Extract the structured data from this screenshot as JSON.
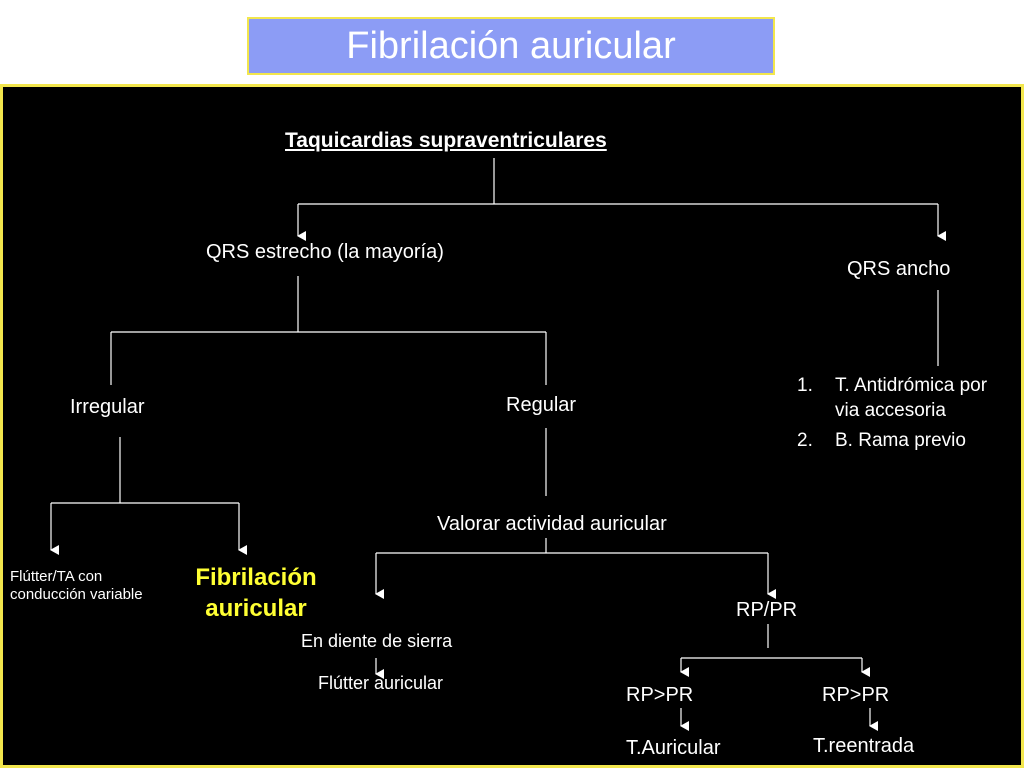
{
  "slide": {
    "title": "Fibrilación auricular"
  },
  "tree": {
    "root": "Taquicardias supraventriculares",
    "narrow_qrs": "QRS estrecho (la mayoría)",
    "wide_qrs": "QRS ancho",
    "irregular": "Irregular",
    "regular": "Regular",
    "flutter_ta": "Flútter/TA con conducción variable",
    "af_highlight": "Fibrilación auricular",
    "assess_atrial": "Valorar actividad auricular",
    "sawtooth": "En diente de sierra",
    "atrial_flutter": "Flútter auricular",
    "rp_pr": "RP/PR",
    "rp_gt_pr_left": "RP>PR",
    "rp_gt_pr_right": "RP>PR",
    "atrial_tach": "T.Auricular",
    "reentrant_tach": "T.reentrada",
    "wide_causes": [
      {
        "num": "1.",
        "text": "T. Antidrómica por via accesoria"
      },
      {
        "num": "2.",
        "text": "B. Rama previo"
      }
    ]
  },
  "colors": {
    "title_bg": "#8c9cf5",
    "border_accent": "#f2e64d",
    "panel_bg": "#000000",
    "highlight_text": "#ffff33",
    "text": "#ffffff"
  }
}
